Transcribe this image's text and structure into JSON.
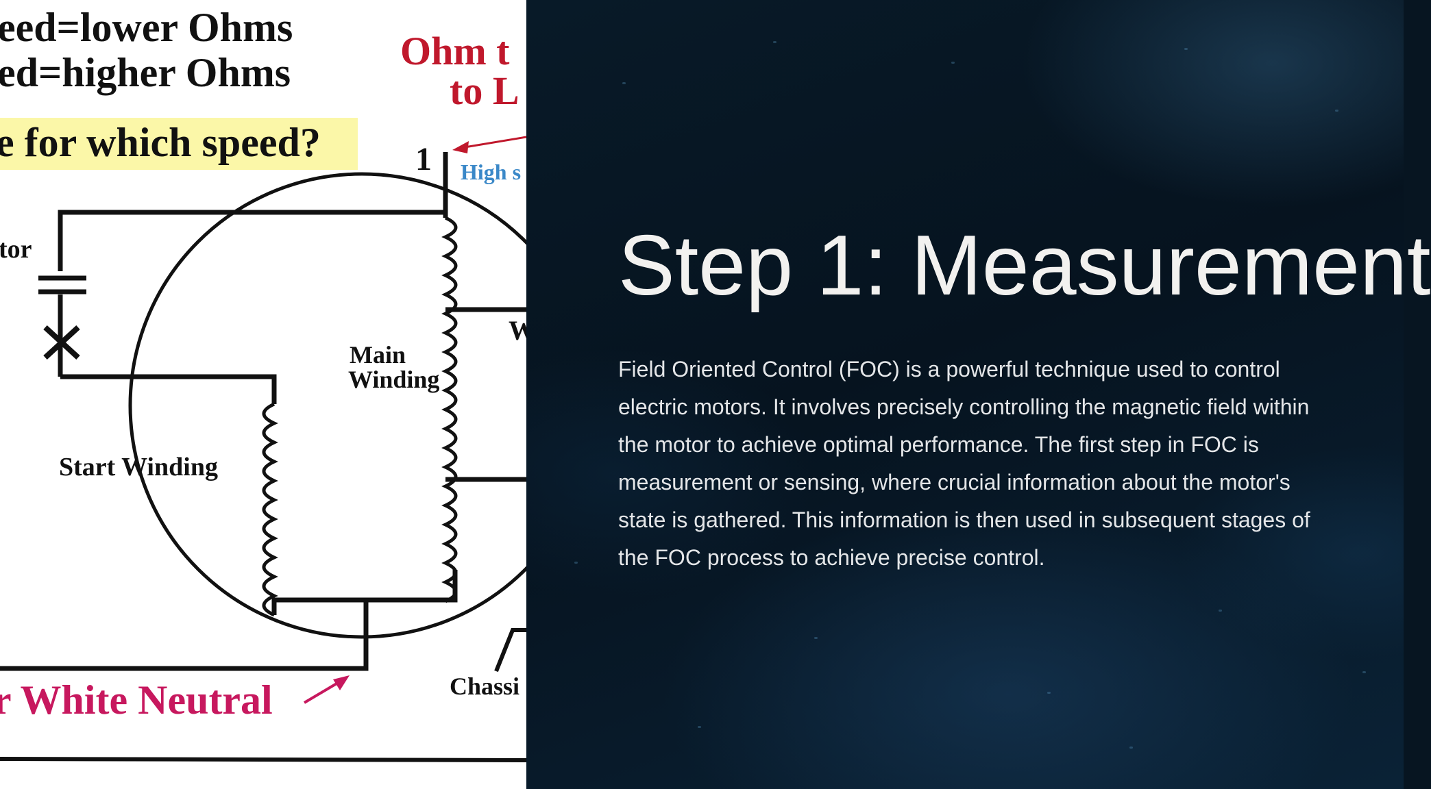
{
  "slide": {
    "title": "Step 1: Measurement",
    "body": "Field Oriented Control (FOC) is a powerful technique used to control electric motors. It involves precisely controlling the magnetic field within the motor to achieve optimal performance. The first step in FOC is measurement or sensing, where crucial information about the motor's state is gathered. This information is then used in subsequent stages of the FOC process to achieve precise control."
  },
  "diagram": {
    "line_lower": "eed=lower Ohms",
    "line_higher": "ed=higher Ohms",
    "question": "e for which speed?",
    "ohm_line1": "Ohm t",
    "ohm_line2": "to L",
    "terminal_number": "1",
    "high_speed": "High s",
    "capacitor_label": "tor",
    "main_line1": "Main",
    "main_line2": "Winding",
    "start_winding": "Start Winding",
    "w_label": "W",
    "neutral": "r White Neutral",
    "chassis": "Chassi"
  },
  "colors": {
    "background": "#071521",
    "title": "#f2f1ef",
    "body": "#e4e6e8",
    "diagram_red": "#c0182c",
    "diagram_magenta": "#c7185e",
    "diagram_blue": "#3a88c8",
    "highlight": "#fbf7a8"
  }
}
